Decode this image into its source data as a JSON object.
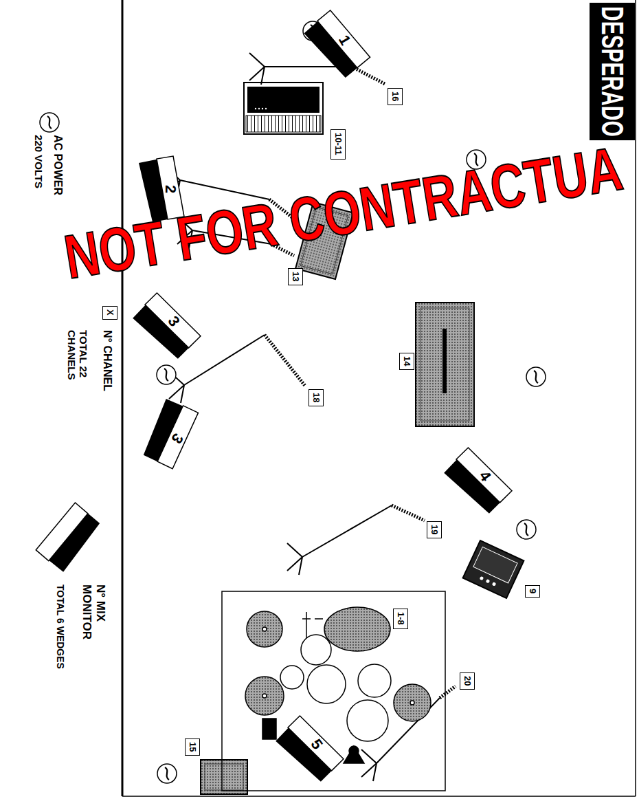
{
  "diagram": {
    "title": "DESPERADO",
    "nodes": [
      {
        "text": [
          "1"
        ]
      },
      {
        "text": [
          "16"
        ]
      },
      {
        "text": [
          "10-11"
        ]
      },
      {
        "text": [
          "2"
        ]
      },
      {
        "text": [
          "13"
        ]
      },
      {
        "text": [
          "3"
        ]
      },
      {
        "text": [
          "3"
        ]
      },
      {
        "text": [
          "14"
        ]
      },
      {
        "text": [
          "18"
        ]
      },
      {
        "text": [
          "4"
        ]
      },
      {
        "text": [
          "19"
        ]
      },
      {
        "text": [
          "9"
        ]
      },
      {
        "text": [
          "1-8"
        ]
      },
      {
        "text": [
          "20"
        ]
      },
      {
        "text": [
          "5"
        ]
      },
      {
        "text": [
          "15"
        ]
      },
      {
        "text": [
          "X"
        ]
      }
    ],
    "labels": [
      "NOT FOR CONTRACTUA",
      "220 VOLTS",
      "TOTAL 22 CHANELS",
      "TOTAL 6 WEDGES"
    ],
    "legend": [
      {
        "text": "AC POWER"
      },
      {
        "text": "N° CHANEL"
      },
      {
        "text": "N° MIX MONITOR"
      }
    ]
  }
}
